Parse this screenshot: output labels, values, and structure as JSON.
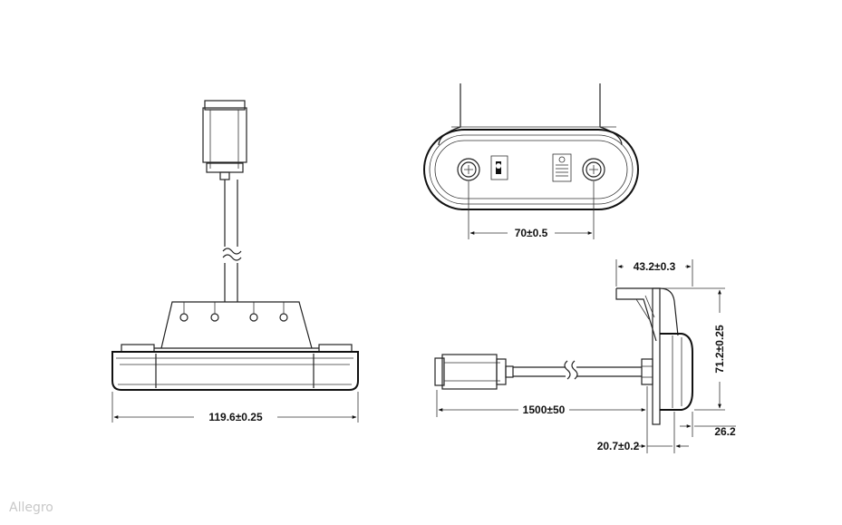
{
  "dimensions": {
    "width_front": "119.6±0.25",
    "hole_spacing": "70±0.5",
    "bracket_depth": "43.2±0.3",
    "total_height": "71.2±0.25",
    "cable_length": "1500±50",
    "flange_offset": "20.7±0.2",
    "body_depth": "26.2"
  },
  "watermark": "Allegro",
  "colors": {
    "line": "#222222",
    "background": "#ffffff",
    "watermark": "#c8c8c8"
  }
}
